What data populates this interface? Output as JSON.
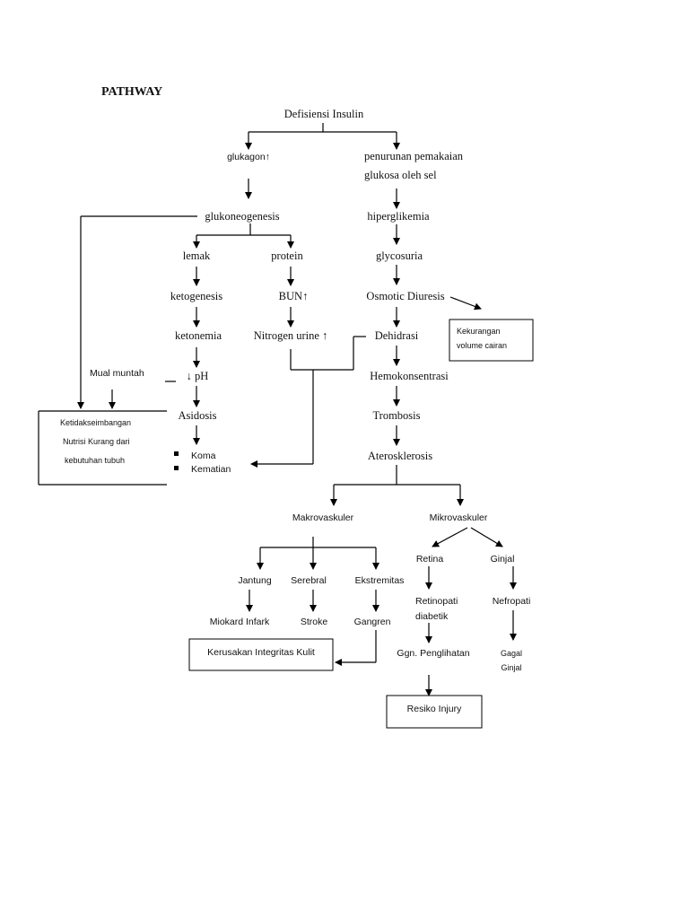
{
  "title": "PATHWAY",
  "nodes": {
    "defisiensi_insulin": "Defisiensi Insulin",
    "glukagon": "glukagon↑",
    "penurunan_1": "penurunan pemakaian",
    "penurunan_2": "glukosa oleh sel",
    "glukoneogenesis": "glukoneogenesis",
    "hiperglikemia": "hiperglikemia",
    "lemak": "lemak",
    "protein": "protein",
    "glycosuria": "glycosuria",
    "ketogenesis": "ketogenesis",
    "bun": "BUN↑",
    "osmotic_diuresis": "Osmotic Diuresis",
    "ketonemia": "ketonemia",
    "nitrogen_urine": "Nitrogen urine ↑",
    "dehidrasi": "Dehidrasi",
    "mual_muntah": "Mual muntah",
    "ph": "↓ pH",
    "hemokonsentrasi": "Hemokonsentrasi",
    "asidosis": "Asidosis",
    "trombosis": "Trombosis",
    "koma": "Koma",
    "kematian": "Kematian",
    "aterosklerosis": "Aterosklerosis",
    "makrovaskuler": "Makrovaskuler",
    "mikrovaskuler": "Mikrovaskuler",
    "jantung": "Jantung",
    "serebral": "Serebral",
    "ekstremitas": "Ekstremitas",
    "retina": "Retina",
    "ginjal": "Ginjal",
    "retinopati_1": "Retinopati",
    "retinopati_2": "diabetik",
    "nefropati": "Nefropati",
    "miokard_infark": "Miokard Infark",
    "stroke": "Stroke",
    "gangren": "Gangren",
    "ggn_penglihatan": "Ggn. Penglihatan",
    "gagal_1": "Gagal",
    "gagal_2": "Ginjal"
  },
  "boxes": {
    "kekurangan_1": "Kekurangan",
    "kekurangan_2": "volume cairan",
    "ketidak_1": "Ketidakseimbangan",
    "ketidak_2": "Nutrisi Kurang dari",
    "ketidak_3": "kebutuhan tubuh",
    "kerusakan": "Kerusakan Integritas Kulit",
    "resiko": "Resiko Injury"
  }
}
